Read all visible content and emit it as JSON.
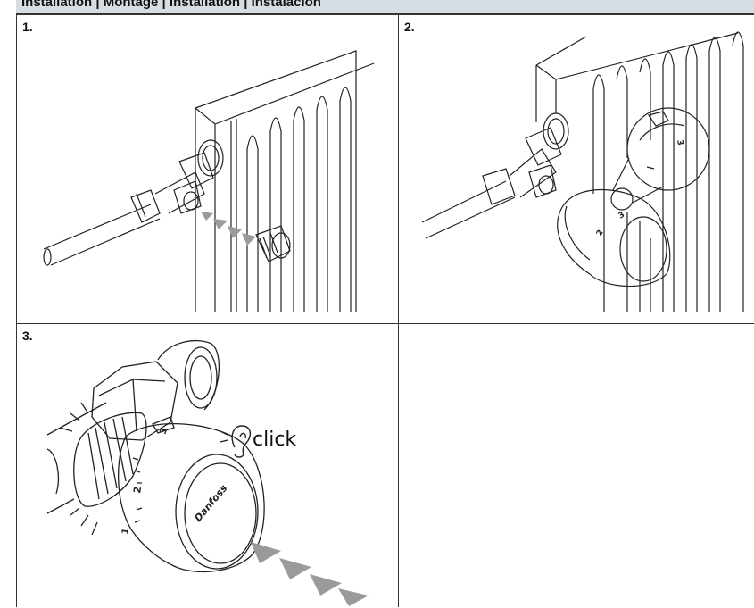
{
  "header": {
    "title": "Installation | Montage | Installation | Instalación"
  },
  "steps": [
    {
      "number": "1."
    },
    {
      "number": "2."
    },
    {
      "number": "3.",
      "sound_label": "click"
    }
  ],
  "icons": [
    "radiator-valve-illustration",
    "thermostat-head-illustration",
    "ear-icon",
    "arrow-icon"
  ],
  "colors": {
    "header_bg": "#d6dde3",
    "line": "#222222",
    "arrow_fill": "#9a9a9a"
  }
}
